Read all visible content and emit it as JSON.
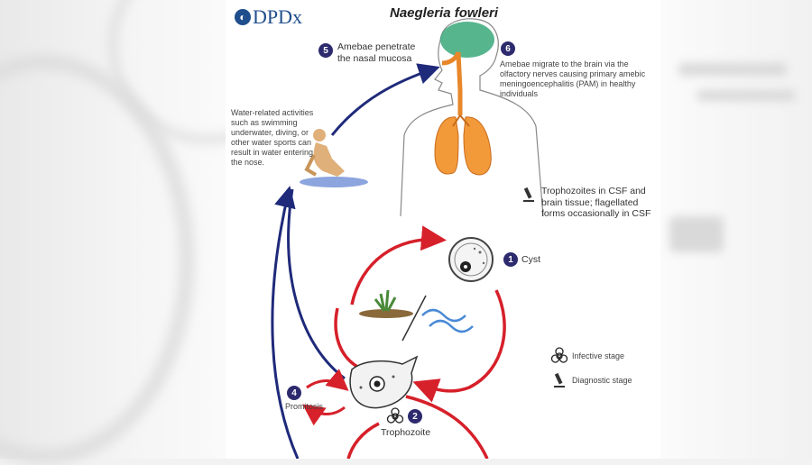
{
  "header": {
    "logo_text": "DPDx",
    "title": "Naegleria fowleri"
  },
  "steps": {
    "step1": {
      "number": "1",
      "label": "Cyst"
    },
    "step2": {
      "number": "2",
      "label": "Trophozoite"
    },
    "step4": {
      "number": "4",
      "label": "Promitosis"
    },
    "step5": {
      "number": "5",
      "label": "Amebae penetrate the nasal mucosa"
    },
    "step6": {
      "number": "6",
      "label": "Amebae migrate to the brain via the olfactory nerves causing primary amebic meningoencephalitis (PAM) in healthy individuals"
    }
  },
  "notes": {
    "water_activities": "Water-related activities such as swimming underwater, diving, or other water sports can result in water entering the nose.",
    "diagnostic_note": "Trophozoites in CSF and brain tissue; flagellated forms occasionally in CSF"
  },
  "legend": {
    "infective": "Infective stage",
    "diagnostic": "Diagnostic stage"
  },
  "colors": {
    "blue_arrow": "#1f2a7a",
    "red_arrow": "#d6202a",
    "brain": "#3aa87a",
    "lungs": "#f29a3a",
    "badge": "#2d2a6e"
  }
}
